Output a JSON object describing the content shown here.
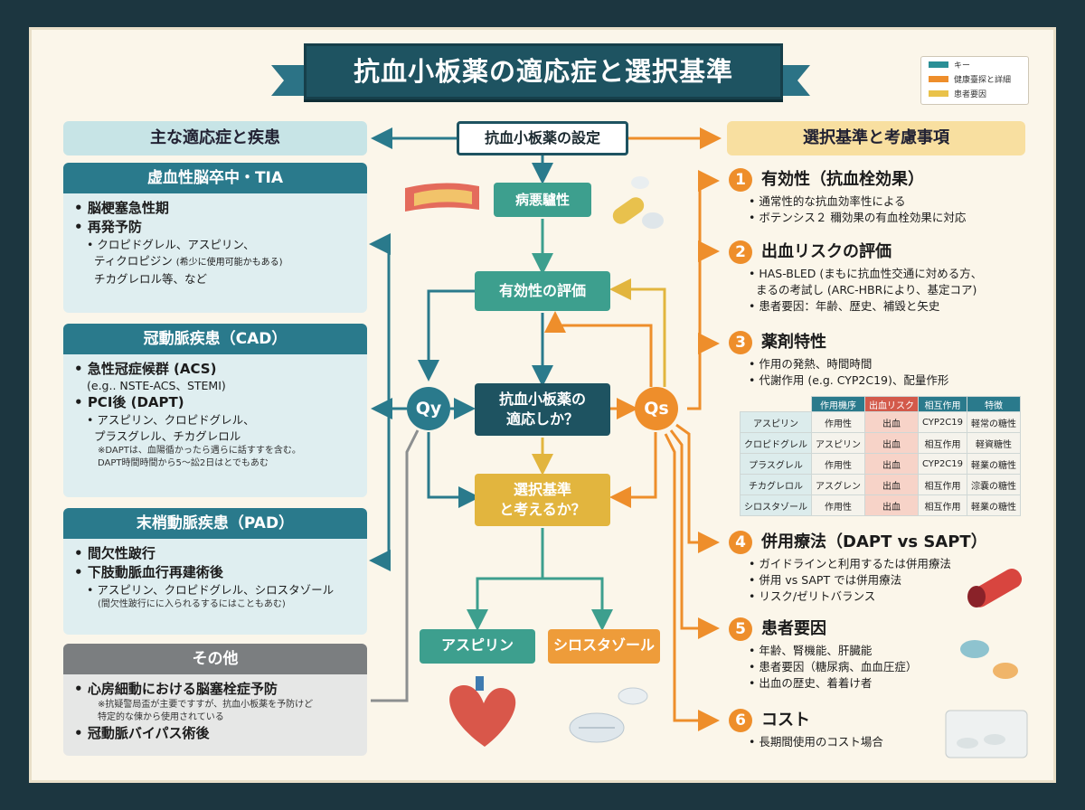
{
  "title": "抗血小板薬の適応症と選択基準",
  "key": [
    {
      "label": "キー",
      "color": "#2a8f96"
    },
    {
      "label": "健康臺探と詳細",
      "color": "#ee8e2b"
    },
    {
      "label": "患者要因",
      "color": "#e9c24a"
    }
  ],
  "left_header": "主な適応症と疾患",
  "right_header": "選択基準と考慮事項",
  "center_top": "抗血小板薬の設定",
  "cards": {
    "stroke": {
      "title": "虚血性脳卒中・TIA",
      "b1": "脳梗塞急性期",
      "b2": "再発予防",
      "s1": "クロピドグレル、アスピリン、",
      "s2": "ティクロピジン",
      "s2note": "(希少に使用可能かもある)",
      "s3": "チカグレロル等、など"
    },
    "cad": {
      "title": "冠動脈疾患（CAD）",
      "b1": "急性冠症候群 (ACS)",
      "b1sub": "(e.g.. NSTE-ACS、STEMI)",
      "b2": "PCI後 (DAPT)",
      "s1": "アスピリン、クロピドグレル、",
      "s2": "プラスグレル、チカグレロル",
      "n1": "※DAPTは、血陽循かったら遇らに話すすを含む。",
      "n2": "DAPT時間時間から5～訟2日はとでもあむ"
    },
    "pad": {
      "title": "末梢動脈疾患（PAD）",
      "b1": "間欠性跛行",
      "b2": "下肢動脈血行再建術後",
      "s1": "アスピリン、クロピドグレル、シロスタゾール",
      "n1": "(間欠性跛行にに入られるするにはこともあむ)"
    },
    "other": {
      "title": "その他",
      "b1": "心房細動における脳塞栓症予防",
      "n1": "※抗疑警局盃が主要ですすが、抗血小板薬を予防けど",
      "n2": "特定的な倲から使用されている",
      "b2": "冠動脈バイパス術後"
    }
  },
  "flow": {
    "pathology": "病悪驢性",
    "efficacy_eval": "有効性の評価",
    "question_line1": "抗血小板薬の",
    "question_line2": "適応しか？",
    "criteria_line1": "選択基準",
    "criteria_line2": "と考えるか？",
    "qy": "Qy",
    "qs": "Qs",
    "out1": "アスピリン",
    "out2": "シロスタゾール"
  },
  "criteria": [
    {
      "num": "1",
      "title": "有効性（抗血栓効果）",
      "lines": [
        "• 通常性的な抗血効率性による",
        "• ボテンシス２ 穪効果の有血栓効果に対応"
      ]
    },
    {
      "num": "2",
      "title": "出血リスクの評価",
      "lines": [
        "• HAS-BLED (まもに抗血性交通に対める方、",
        "  まるの考試し (ARC-HBRにより、基定コア)",
        "• 患者要因：年齢、歴史、補毀と矢史"
      ]
    },
    {
      "num": "3",
      "title": "薬剤特性",
      "lines": [
        "• 作用の発熱、時間時間",
        "• 代謝作用 (e.g. CYP2C19)、配量作形"
      ]
    },
    {
      "num": "4",
      "title": "併用療法（DAPT vs SAPT）",
      "lines": [
        "• ガイドラインと利用するたは併用療法",
        "• 併用 vs SAPT では併用療法",
        "• リスク/ゼリトバランス"
      ]
    },
    {
      "num": "5",
      "title": "患者要因",
      "lines": [
        "• 年齢、腎機能、肝臓能",
        "• 患者要因（糖尿病、血血圧症）",
        "• 出血の歴史、着着け者"
      ]
    },
    {
      "num": "6",
      "title": "コスト",
      "lines": [
        "• 長期間使用のコスト場合"
      ]
    }
  ],
  "table": {
    "headers": [
      "",
      "作用機序",
      "出血リスク",
      "相互作用",
      "特徴"
    ],
    "rows": [
      [
        "アスピリン",
        "作用性",
        "出血",
        "CYP2C19",
        "軽常の糖性"
      ],
      [
        "クロピドグレル",
        "アスピリン",
        "出血",
        "相互作用",
        "軽資糖性"
      ],
      [
        "プラスグレル",
        "作用性",
        "出血",
        "CYP2C19",
        "軽業の糖性"
      ],
      [
        "チカグレロル",
        "アスグレン",
        "出血",
        "相互作用",
        "淙嚢の糖性"
      ],
      [
        "シロスタゾール",
        "作用性",
        "出血",
        "相互作用",
        "軽業の糖性"
      ]
    ]
  }
}
